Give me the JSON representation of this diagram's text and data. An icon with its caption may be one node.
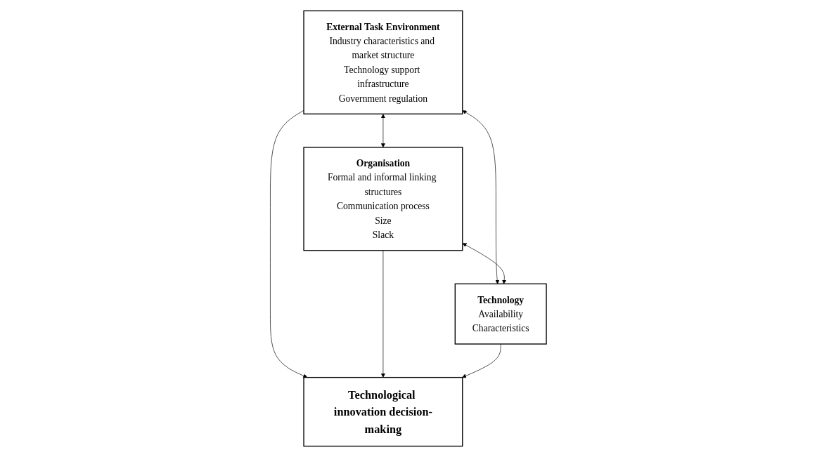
{
  "diagram": {
    "nodes": [
      {
        "text": [
          "External Task Environment",
          "Industry characteristics and market structure",
          "Technology support infrastructure",
          "Government regulation"
        ]
      },
      {
        "text": [
          "Organisation",
          "Formal and informal linking structures",
          "Communication process",
          "Size",
          "Slack"
        ]
      },
      {
        "text": [
          "Technological innovation decision-making"
        ]
      },
      {
        "text": [
          "Technology",
          "Availability",
          "Characteristics"
        ]
      }
    ],
    "edges": [
      {
        "from": 0,
        "to": 1,
        "arrow": "both"
      },
      {
        "from": 0,
        "to": 2,
        "arrow": "to"
      },
      {
        "from": 1,
        "to": 2,
        "arrow": "to"
      },
      {
        "from": 3,
        "to": 2,
        "arrow": "to"
      },
      {
        "from": 0,
        "to": 3,
        "arrow": "both"
      },
      {
        "from": 1,
        "to": 3,
        "arrow": "both"
      }
    ]
  }
}
